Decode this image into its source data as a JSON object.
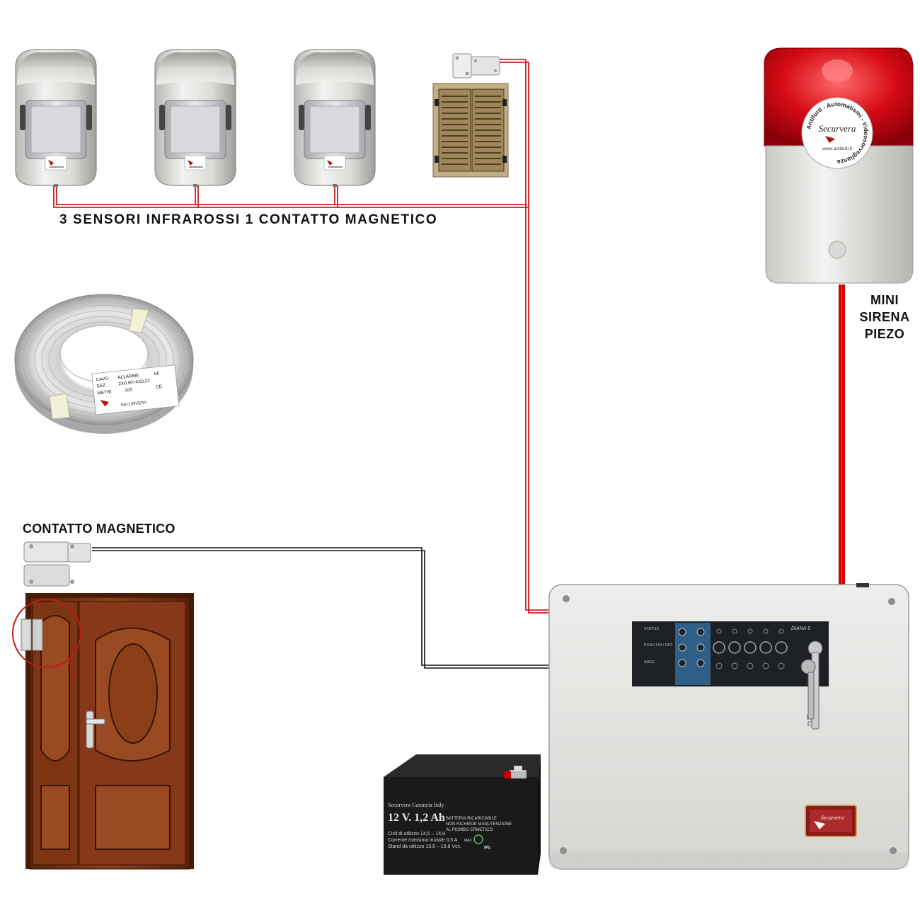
{
  "labels": {
    "sensors_caption": "3 SENSORI INFRAROSSI 1 CONTATTO MAGNETICO",
    "door_contact": "CONTATTO MAGNETICO",
    "siren_line1": "MINI",
    "siren_line2": "SIRENA",
    "siren_line3": "PIEZO"
  },
  "brand": {
    "name": "Securvera",
    "siren_ring_text": "Antifurti - Automatismi - Videosorveglianza",
    "siren_url": "www.antifurti.it"
  },
  "cable": {
    "row1_left": "CAVO",
    "row1_right": "ALLARME",
    "row1_tag": "6F",
    "row2_left": "SEZ.",
    "row2_right": "2X0,50+4X0,22",
    "row3_left": "METRI",
    "row3_right": "100",
    "row3_tag": "CE",
    "brand": "SECURVERA"
  },
  "panel": {
    "model": "DIANA 5",
    "status": "STATUS",
    "push": "PUSH ON / OFF",
    "ares": "ARES"
  },
  "battery": {
    "brand_line": "Securvera  Garanzia Italy",
    "rating": "12 V. 1,2 Ah",
    "desc1": "BATTERIA RICARICABILE",
    "desc2": "NON RICHIEDE MANUTENZIONE",
    "desc3": "AL PIOMBO ERMETICO",
    "cycle": "Cicli di utilizzo 14,5 – 14,9",
    "current": "Corrente massima iniziale 0,5 A",
    "current_unit": "MAX",
    "standby": "Stand da utilizzo 13,6 – 13,8 Vcc.",
    "pb": "Pb"
  },
  "colors": {
    "wire_red": "#c00000",
    "wire_black": "#111111",
    "door_brown": "#7a3414",
    "siren_red": "#d40a14",
    "panel_grey": "#e6e6e4",
    "panel_dark": "#1d2126",
    "panel_blue": "#2f5f86",
    "battery_black": "#1a1a1a"
  }
}
